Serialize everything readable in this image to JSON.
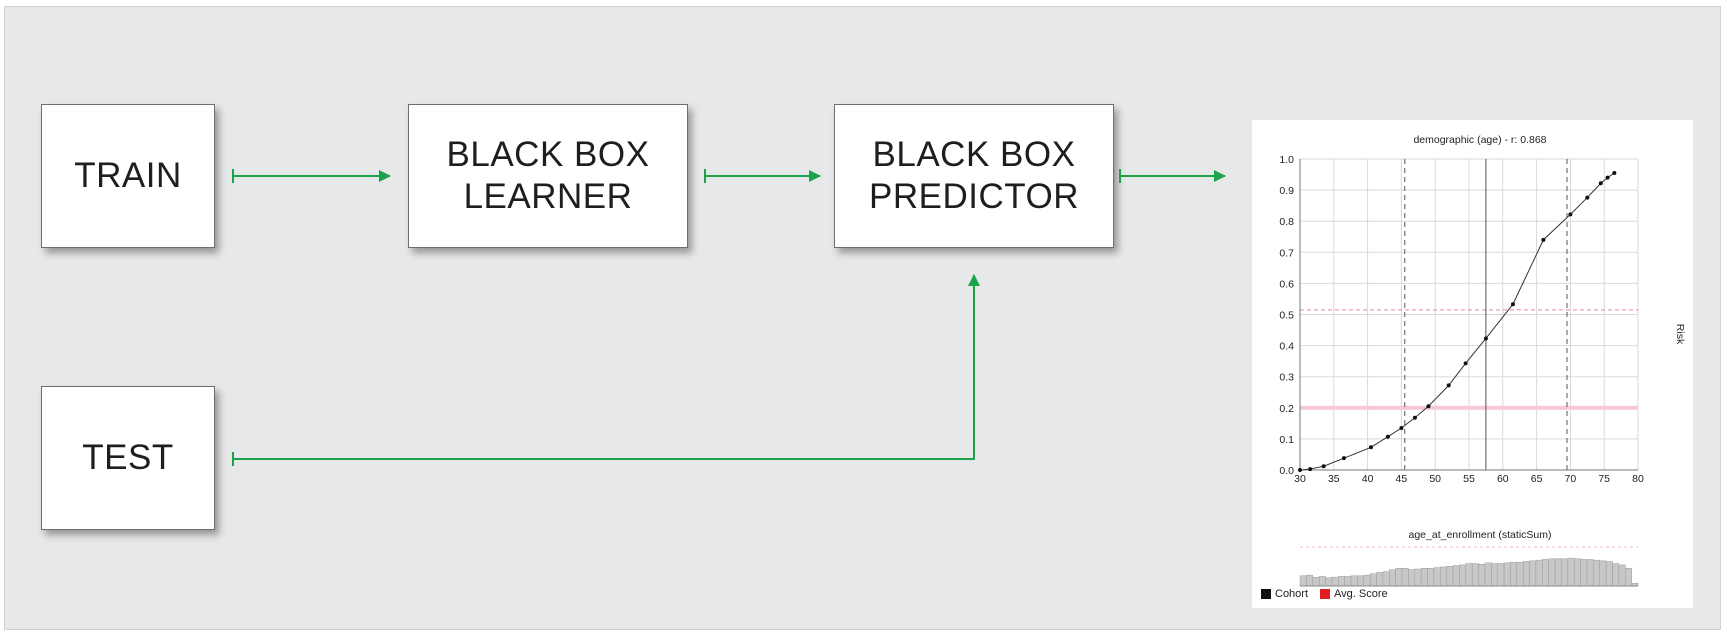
{
  "boxes": {
    "train": "TRAIN",
    "learner_line1": "BLACK BOX",
    "learner_line2": "LEARNER",
    "predictor_line1": "BLACK BOX",
    "predictor_line2": "PREDICTOR",
    "test": "TEST"
  },
  "colors": {
    "arrow": "#1aa34a",
    "panel_bg": "#e7e8e9",
    "box_border": "#6e6e6e"
  },
  "chart_data": {
    "type": "line",
    "title": "demographic (age) - r: 0.868",
    "xlabel": "age_at_enrollment (staticSum)",
    "ylabel": "Risk",
    "xlim": [
      30,
      80
    ],
    "ylim": [
      0,
      1.0
    ],
    "xticks": [
      30,
      35,
      40,
      45,
      50,
      55,
      60,
      65,
      70,
      75,
      80
    ],
    "yticks": [
      "0.0",
      "0.1",
      "0.2",
      "0.3",
      "0.4",
      "0.5",
      "0.6",
      "0.7",
      "0.8",
      "0.9",
      "1.0"
    ],
    "grid": true,
    "series": [
      {
        "x": [
          30,
          31.5,
          33.5,
          36.5,
          40.5,
          43,
          45,
          47,
          49,
          52,
          54.5,
          57.5,
          61.5,
          66,
          70,
          72.5,
          74.5,
          75.5,
          76.5
        ],
        "y": [
          0.0,
          0.003,
          0.012,
          0.038,
          0.073,
          0.107,
          0.135,
          0.168,
          0.205,
          0.272,
          0.343,
          0.423,
          0.533,
          0.74,
          0.822,
          0.876,
          0.922,
          0.94,
          0.955
        ]
      }
    ],
    "vertical_lines": [
      {
        "x": 45.5,
        "style": "dashed"
      },
      {
        "x": 57.5,
        "style": "solid"
      },
      {
        "x": 69.5,
        "style": "dashed"
      }
    ],
    "horizontal_lines": [
      {
        "y": 0.515,
        "style": "dashed",
        "color": "#e88a9c"
      },
      {
        "y": 0.2,
        "style": "band",
        "color": "#f5c8d2"
      }
    ],
    "histogram": [
      0.3,
      0.32,
      0.26,
      0.28,
      0.24,
      0.26,
      0.28,
      0.28,
      0.3,
      0.3,
      0.32,
      0.36,
      0.4,
      0.42,
      0.48,
      0.52,
      0.52,
      0.48,
      0.5,
      0.52,
      0.52,
      0.54,
      0.56,
      0.58,
      0.6,
      0.62,
      0.66,
      0.66,
      0.64,
      0.68,
      0.66,
      0.66,
      0.68,
      0.7,
      0.7,
      0.72,
      0.74,
      0.76,
      0.78,
      0.8,
      0.8,
      0.8,
      0.82,
      0.8,
      0.78,
      0.78,
      0.76,
      0.74,
      0.72,
      0.66,
      0.62,
      0.52,
      0.08
    ],
    "legend": [
      {
        "label": "Cohort",
        "color": "#111111"
      },
      {
        "label": "Avg. Score",
        "color": "#e01e24"
      }
    ]
  }
}
